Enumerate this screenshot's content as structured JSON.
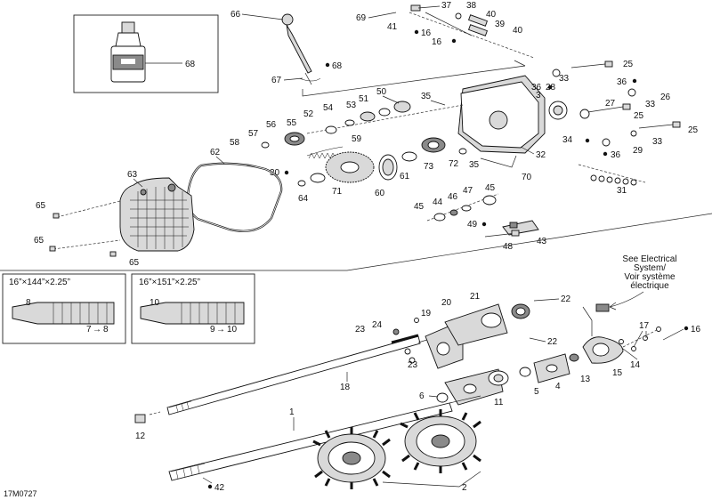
{
  "diagram_code": "17M0727",
  "electrical_note": [
    "See Electrical",
    "System/",
    "Voir système",
    "électrique"
  ],
  "track_boxes": [
    {
      "title": "16”×144”×2.25”",
      "ref_a": "8",
      "ref_b": "7",
      "arrow": "→",
      "ref_c": "8"
    },
    {
      "title": "16”×151”×2.25”",
      "ref_a": "10",
      "ref_b": "9",
      "arrow": "→",
      "ref_c": "10"
    }
  ],
  "callouts": {
    "c1": "1",
    "c2": "2",
    "c3": "3",
    "c4": "4",
    "c5": "5",
    "c6": "6",
    "c11": "11",
    "c12": "12",
    "c13": "13",
    "c14": "14",
    "c15": "15",
    "c16": "16",
    "c16a": "16",
    "c16b": "16",
    "c17": "17",
    "c18": "18",
    "c19": "19",
    "c20": "20",
    "c21": "21",
    "c22a": "22",
    "c22b": "22",
    "c23a": "23",
    "c23b": "23",
    "c24": "24",
    "c25a": "25",
    "c25b": "25",
    "c25c": "25",
    "c26": "26",
    "c27": "27",
    "c28": "28",
    "c29": "29",
    "c30": "30",
    "c31": "31",
    "c32": "32",
    "c33a": "33",
    "c33b": "33",
    "c33c": "33",
    "c34": "34",
    "c35a": "35",
    "c35b": "35",
    "c36a": "36",
    "c36b": "36",
    "c36c": "36",
    "c37": "37",
    "c38": "38",
    "c39": "39",
    "c40a": "40",
    "c40b": "40",
    "c41": "41",
    "c42": "42",
    "c43": "43",
    "c44": "44",
    "c45a": "45",
    "c45b": "45",
    "c46": "46",
    "c47": "47",
    "c48": "48",
    "c49": "49",
    "c50": "50",
    "c51": "51",
    "c52": "52",
    "c53": "53",
    "c54": "54",
    "c55": "55",
    "c56": "56",
    "c57": "57",
    "c58": "58",
    "c59": "59",
    "c60": "60",
    "c61": "61",
    "c62": "62",
    "c63": "63",
    "c64": "64",
    "c65a": "65",
    "c65b": "65",
    "c65c": "65",
    "c66": "66",
    "c67": "67",
    "c68a": "68",
    "c68b": "68",
    "c69": "69",
    "c70": "70",
    "c71": "71",
    "c72": "72",
    "c73": "73"
  }
}
